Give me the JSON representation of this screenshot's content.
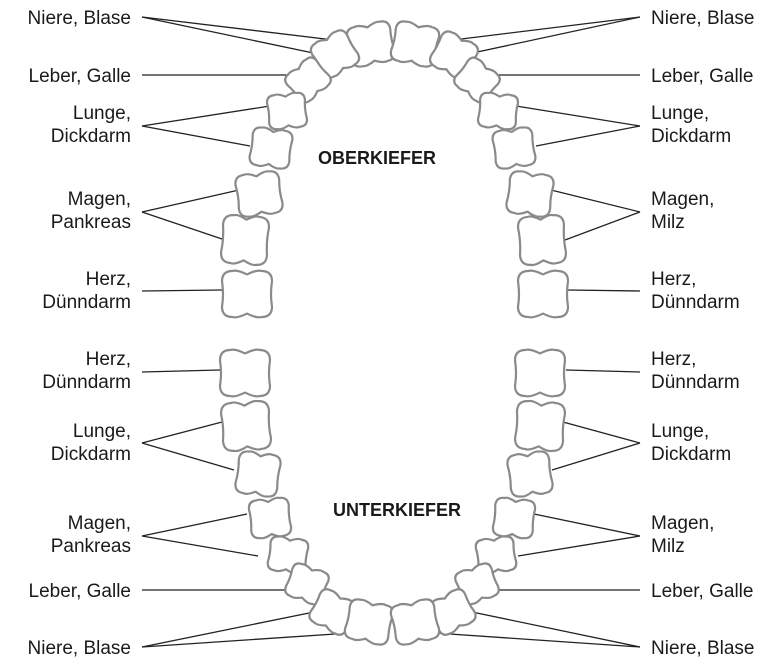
{
  "upper_jaw_title": "OBERKIEFER",
  "lower_jaw_title": "UNTERKIEFER",
  "left_labels": [
    [
      "Niere, Blase"
    ],
    [
      "Leber, Galle"
    ],
    [
      "Lunge,",
      "Dickdarm"
    ],
    [
      "Magen,",
      "Pankreas"
    ],
    [
      "Herz,",
      "Dünndarm"
    ],
    [
      "Herz,",
      "Dünndarm"
    ],
    [
      "Lunge,",
      "Dickdarm"
    ],
    [
      "Magen,",
      "Pankreas"
    ],
    [
      "Leber, Galle"
    ],
    [
      "Niere, Blase"
    ]
  ],
  "right_labels": [
    [
      "Niere, Blase"
    ],
    [
      "Leber, Galle"
    ],
    [
      "Lunge,",
      "Dickdarm"
    ],
    [
      "Magen,",
      "Milz"
    ],
    [
      "Herz,",
      "Dünndarm"
    ],
    [
      "Herz,",
      "Dünndarm"
    ],
    [
      "Lunge,",
      "Dickdarm"
    ],
    [
      "Magen,",
      "Milz"
    ],
    [
      "Leber, Galle"
    ],
    [
      "Niere, Blase"
    ]
  ],
  "colors": {
    "tooth_outline": "#8a8a8a",
    "line": "#222222",
    "text": "#1a1a1a"
  }
}
